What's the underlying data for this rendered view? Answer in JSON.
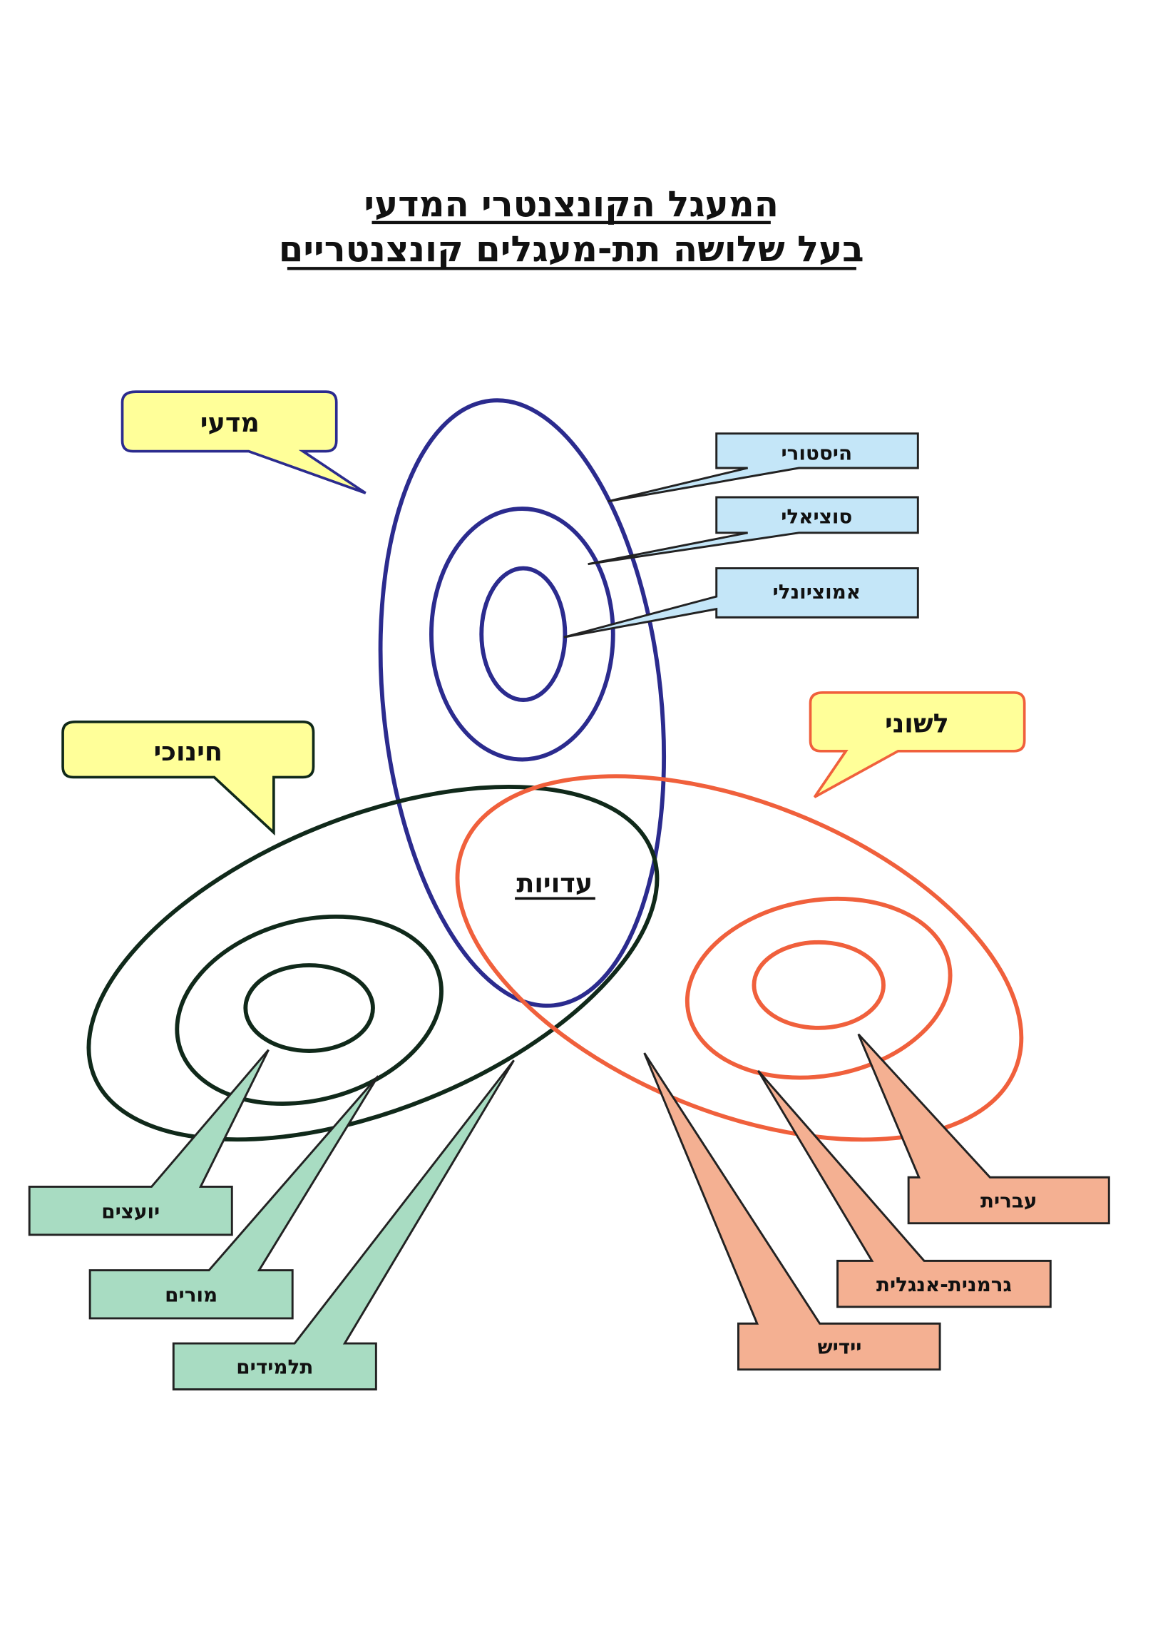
{
  "title": {
    "line1": "המעגל הקונצנטרי המדעי",
    "line2": "בעל שלושה תת-מעגלים קונצנטריים"
  },
  "colors": {
    "scientific": "#2b2b8e",
    "educational": "#10291a",
    "linguistic": "#f0603c",
    "callout_fill": "#ffff99",
    "blue_box": "#c4e6f8",
    "green_box": "#a8dcc2",
    "salmon_box": "#f4b092"
  },
  "circles": {
    "scientific": {
      "label": "מדעי",
      "rings": [
        "היסטורי",
        "סוציאלי",
        "אמוציונלי"
      ]
    },
    "educational": {
      "label": "חינוכי",
      "rings": [
        "יועצים",
        "מורים",
        "תלמידים"
      ]
    },
    "linguistic": {
      "label": "לשוני",
      "rings": [
        "עברית",
        "גרמנית-אנגלית",
        "יידיש"
      ]
    },
    "center": "עדויות"
  }
}
